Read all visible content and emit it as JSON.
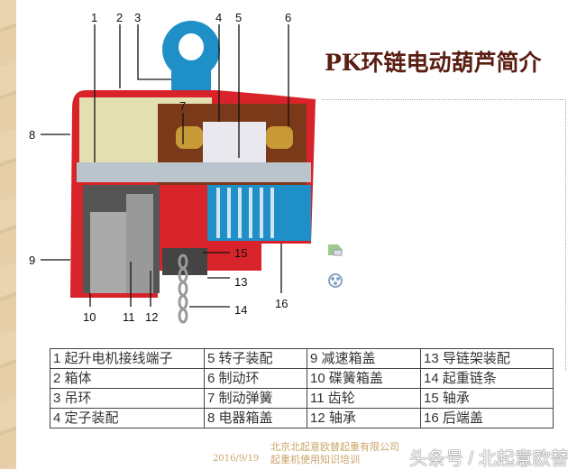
{
  "title": "PK环链电动葫芦简介",
  "callouts": [
    "1",
    "2",
    "3",
    "4",
    "5",
    "6",
    "7",
    "8",
    "9",
    "10",
    "11",
    "12",
    "13",
    "14",
    "15",
    "16"
  ],
  "parts_table": [
    [
      "1 起升电机接线端子",
      "5 转子装配",
      "9 减速箱盖",
      "13 导链架装配"
    ],
    [
      "2 箱体",
      "6 制动环",
      "10 碟簧箱盖",
      "14 起重链条"
    ],
    [
      "3 吊环",
      "7 制动弹簧",
      "11 齿轮",
      "15 轴承"
    ],
    [
      "4 定子装配",
      "8 电器箱盖",
      "12 轴承",
      "16 后端盖"
    ]
  ],
  "footer": {
    "date": "2016/9/19",
    "org": "北京北起意欧替起重有限公司 起重机使用知识培训",
    "watermark": "头条号 / 北起意欧替"
  },
  "colors": {
    "title": "#5a1e12",
    "housing": "#d8232a",
    "blue": "#1f8fc8"
  }
}
